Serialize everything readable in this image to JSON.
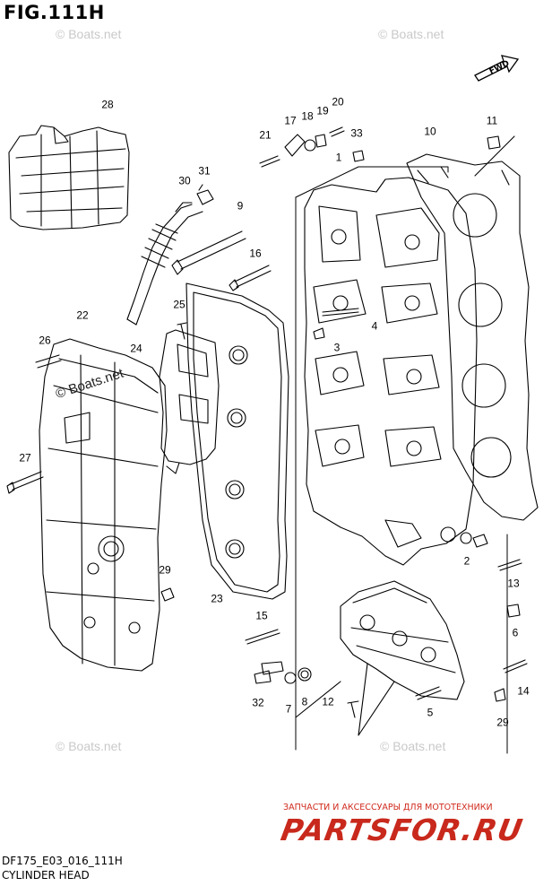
{
  "figure": {
    "title": "FIG.111H",
    "model_code": "DF175_E03_016_111H",
    "subtitle": "CYLINDER HEAD"
  },
  "fwd_label": "FWD",
  "watermarks": [
    "© Boats.net",
    "© Boats.net",
    "© Boats.net",
    "© Boats.net",
    "© Boats.net"
  ],
  "branding": {
    "ru_text": "ЗАПЧАСТИ И АКСЕССУАРЫ ДЛЯ МОТОТЕХНИКИ",
    "logo": "PARTSFOR.RU",
    "logo_color": "#c8291c"
  },
  "callouts": [
    "28",
    "31",
    "30",
    "9",
    "16",
    "25",
    "24",
    "22",
    "26",
    "27",
    "23",
    "29",
    "15",
    "32",
    "7",
    "8",
    "12",
    "17",
    "18",
    "19",
    "20",
    "21",
    "33",
    "1",
    "10",
    "11",
    "4",
    "3",
    "2",
    "13",
    "6",
    "14",
    "5",
    "29"
  ]
}
